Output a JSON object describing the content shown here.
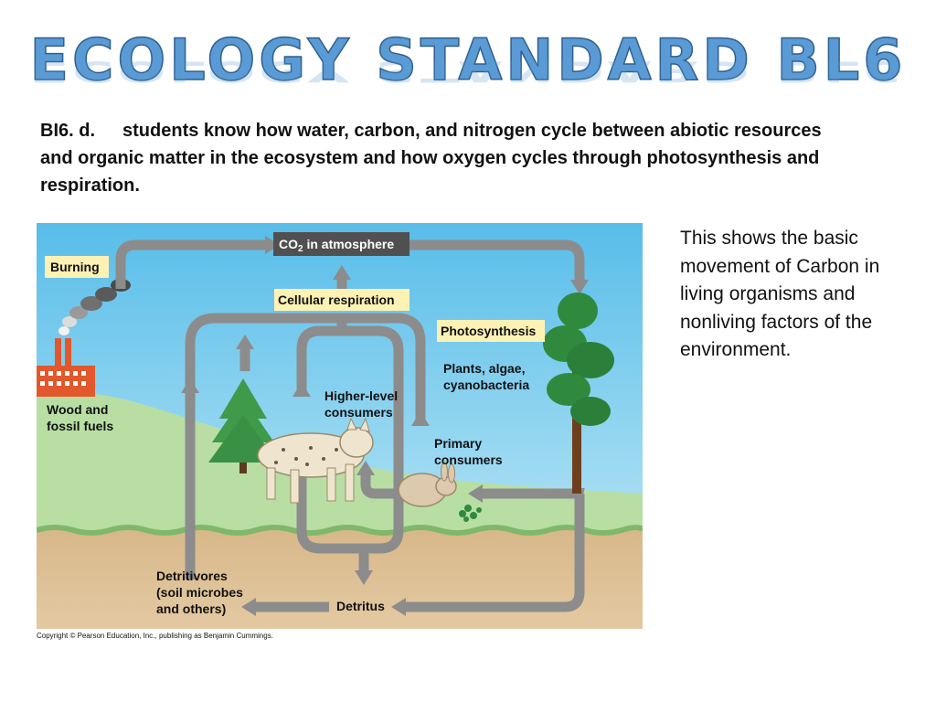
{
  "slide": {
    "title": "ECOLOGY  STANDARD BL6",
    "standard_code": "BI6. d.",
    "standard_text": "students know how water, carbon, and nitrogen cycle between abiotic resources and organic matter in the ecosystem and how oxygen cycles through photosynthesis and respiration.",
    "side_text": "This shows the basic movement of Carbon in living organisms and nonliving factors of the environment."
  },
  "diagram": {
    "labels": {
      "co2_prefix": "CO",
      "co2_sub": "2",
      "co2_suffix": " in atmosphere",
      "burning": "Burning",
      "cellular_respiration": "Cellular respiration",
      "photosynthesis": "Photosynthesis",
      "plants_line1": "Plants, algae,",
      "plants_line2": "cyanobacteria",
      "higher_line1": "Higher-level",
      "higher_line2": "consumers",
      "primary_line1": "Primary",
      "primary_line2": "consumers",
      "wood_line1": "Wood and",
      "wood_line2": "fossil fuels",
      "detritivores_line1": "Detritivores",
      "detritivores_line2": "(soil microbes",
      "detritivores_line3": "and others)",
      "detritus": "Detritus"
    },
    "colors": {
      "sky": "#6ec6ee",
      "ground": "#d9b98c",
      "grass": "#b5dca0",
      "arrow": "#8c8c8c",
      "label_box": "#fdf2b4",
      "co2_box": "#505050",
      "factory": "#e2572b"
    },
    "copyright": "Copyright © Pearson Education, Inc., publishing as Benjamin Cummings."
  }
}
